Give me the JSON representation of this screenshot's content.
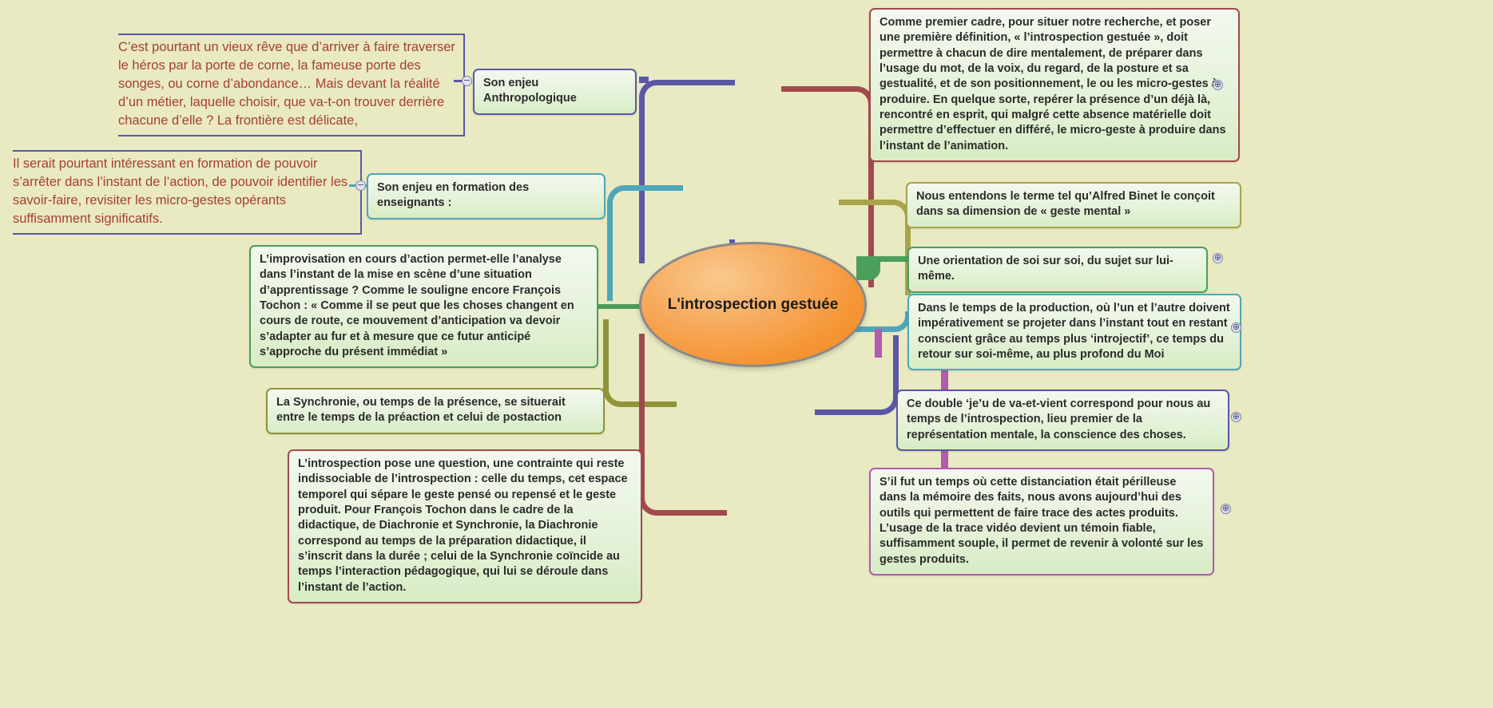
{
  "theme": {
    "background": "#e9e9c2",
    "central_fill": "#f59432",
    "branch_colors": {
      "anthropologique": "#5a58a6",
      "formation": "#4fa6b8",
      "definition": "#ab5a5e",
      "binet": "#a9a košice"
    }
  },
  "central": {
    "label": "L'introspection gestuée"
  },
  "nodes": {
    "anthropologique": {
      "label": "Son enjeu Anthropologique"
    },
    "formation": {
      "label": "Son enjeu en formation des enseignants :"
    },
    "premier_cadre": {
      "text": "Comme premier cadre, pour situer notre recherche, et poser une première définition, « l’introspection gestuée », doit permettre à chacun de dire mentalement, de préparer dans l’usage du mot, de la voix, du regard, de la posture et sa gestualité, et de son positionnement, le ou les micro-gestes à produire. En quelque sorte, repérer la présence d’un déjà là, rencontré en esprit, qui malgré cette absence matérielle doit permettre d’effectuer en différé, le micro-geste à produire dans l’instant de l’animation."
    },
    "binet": {
      "text": "Nous entendons le terme tel qu’Alfred Binet le conçoit dans sa dimension de « geste mental »"
    },
    "orientation": {
      "text": "Une orientation de soi sur soi, du sujet sur lui-même."
    },
    "production": {
      "text": "Dans le temps de la production, où l’un et l’autre doivent impérativement se projeter dans l’instant tout en restant conscient grâce au temps plus ‘introjectif’, ce temps du retour sur soi-même, au plus profond du Moi"
    },
    "double_je": {
      "text": "Ce double ‘je’u de va-et-vient correspond pour nous au temps de l’introspection, lieu premier de la représentation mentale, la conscience des choses."
    },
    "distanciation": {
      "text": "S’il fut un temps où cette distanciation était périlleuse dans la mémoire des faits, nous avons aujourd’hui des outils qui permettent de faire trace des actes produits. L’usage de la trace vidéo devient un témoin fiable, suffisamment souple, il permet de revenir à volonté sur les gestes produits."
    },
    "improvisation": {
      "text": "L’improvisation en cours d’action permet-elle l’analyse dans l’instant de la mise en scène d’une situation d’apprentissage ? Comme le souligne encore François Tochon : « Comme il se peut que les choses changent en cours de route, ce mouvement d’anticipation va devoir s’adapter au fur et à mesure que ce futur anticipé s’approche du présent immédiat »"
    },
    "synchronie": {
      "text": "La Synchronie, ou temps de la présence, se situerait entre le temps de la préaction et celui de postaction"
    },
    "contrainte": {
      "text": "L’introspection pose une question, une contrainte qui reste indissociable de l’introspection : celle du temps, cet espace temporel qui sépare le geste pensé ou repensé et le geste produit. Pour François Tochon dans le cadre de la didactique, de Diachronie et Synchronie, la Diachronie correspond au temps de la préparation didactique, il s’inscrit dans la durée ; celui de la Synchronie coïncide au temps l’interaction pédagogique, qui lui se déroule dans l’instant de l’action."
    },
    "vieux_reve": {
      "text": "C’est pourtant un vieux rêve que d’arriver à faire traverser le héros par la porte de corne, la fameuse porte des songes, ou corne d’abondance… Mais devant la réalité d’un métier, laquelle choisir, que va-t-on trouver derrière chacune d’elle ? La frontière est délicate,"
    },
    "formation_pouvoir": {
      "text": "Il serait pourtant intéressant en formation de pouvoir s’arrêter dans l’instant de l’action, de pouvoir identifier les savoir-faire, revisiter les micro-gestes opérants suffisamment significatifs."
    }
  },
  "expanders": {
    "collapse": "−",
    "expand": "⊕"
  }
}
